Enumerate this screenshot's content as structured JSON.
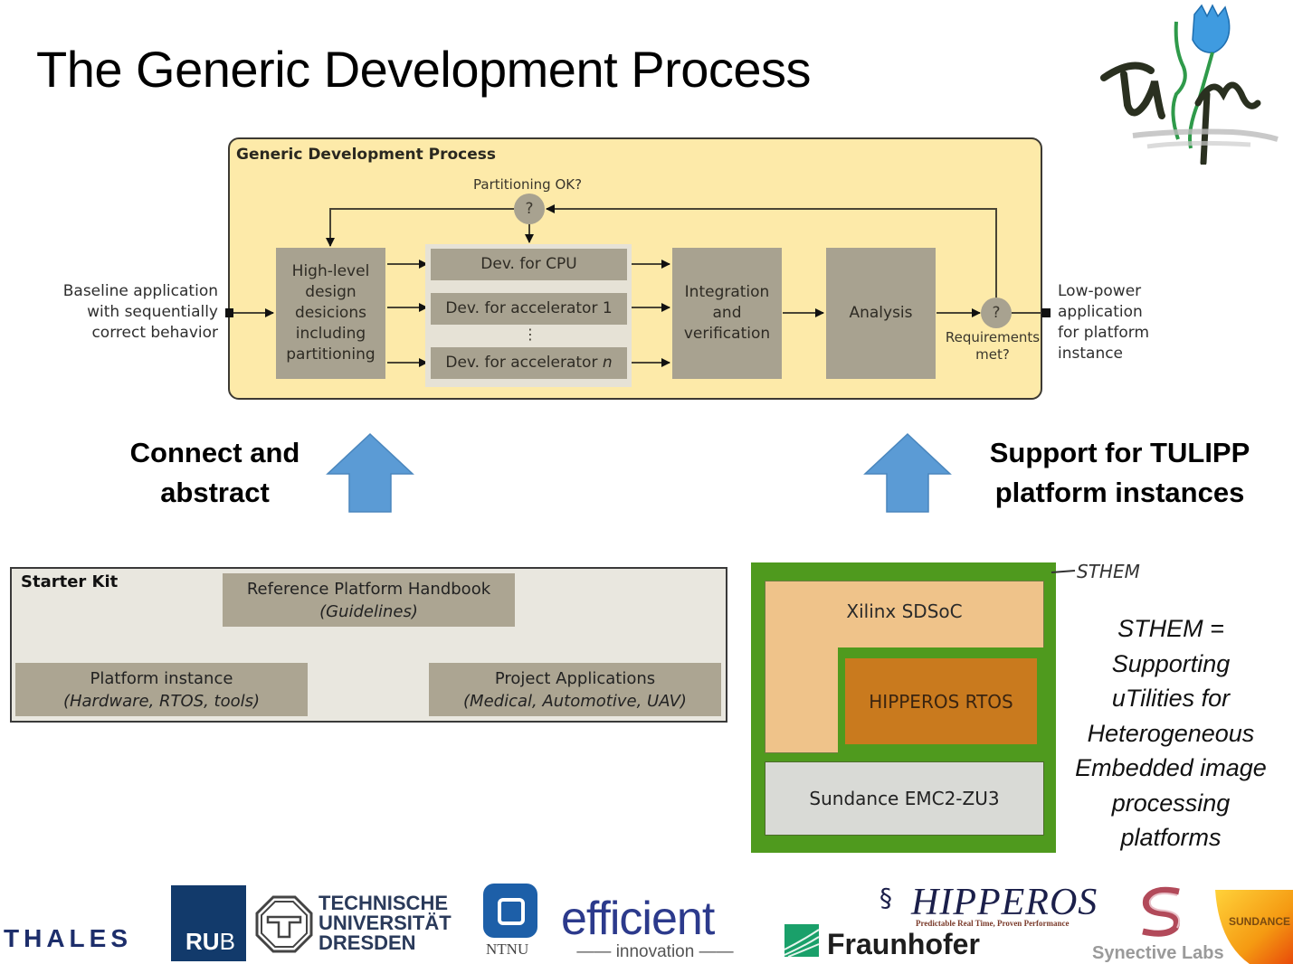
{
  "title": "The Generic Development Process",
  "process": {
    "panel_title": "Generic Development Process",
    "input_label": [
      "Baseline application",
      "with sequentially",
      "correct behavior"
    ],
    "output_label": [
      "Low-power",
      "application",
      "for platform",
      "instance"
    ],
    "high_level_box": [
      "High-level",
      "design",
      "desicions",
      "including",
      "partitioning"
    ],
    "dev_boxes": [
      "Dev. for CPU",
      "Dev. for accelerator 1",
      "Dev. for accelerator"
    ],
    "dev_last_suffix": "n",
    "dev_ellipsis": "⋮",
    "integration_box": [
      "Integration",
      "and",
      "verification"
    ],
    "analysis_box": "Analysis",
    "partition_decision_label": "Partitioning OK?",
    "partition_decision_symbol": "?",
    "requirements_decision_symbol": "?",
    "requirements_label": [
      "Requirements",
      "met?"
    ]
  },
  "arrows": {
    "left_label": [
      "Connect and",
      "abstract"
    ],
    "right_label": [
      "Support for TULIPP",
      "platform instances"
    ]
  },
  "starter_kit": {
    "title": "Starter Kit",
    "handbook": {
      "title": "Reference Platform Handbook",
      "subtitle": "(Guidelines)"
    },
    "platform": {
      "title": "Platform instance",
      "subtitle": "(Hardware, RTOS, tools)"
    },
    "applications": {
      "title": "Project Applications",
      "subtitle": "(Medical, Automotive, UAV)"
    }
  },
  "sthem": {
    "tag": "STHEM",
    "xilinx": "Xilinx SDSoC",
    "rtos": "HIPPEROS RTOS",
    "board": "Sundance EMC2-ZU3",
    "definition": [
      "STHEM =",
      "Supporting",
      "uTilities for",
      "Heterogeneous",
      "Embedded image",
      "processing",
      "platforms"
    ]
  },
  "logos": {
    "thales": "THALES",
    "rub": [
      "RU",
      "B"
    ],
    "tud": [
      "TECHNISCHE",
      "UNIVERSITÄT",
      "DRESDEN"
    ],
    "ntnu": "NTNU",
    "efficient": "efficient",
    "efficient_sub": "innovation",
    "hipperos": "HIPPEROS",
    "hipperos_tagline": "Predictable Real Time, Proven Performance",
    "fraunhofer": "Fraunhofer",
    "synective": "Synective Labs",
    "sundance": "SUNDANCE"
  },
  "colors": {
    "panel_bg": "#fdeaa9",
    "box_gray": "#a8a290",
    "arrow_blue": "#5b9bd5",
    "sthem_green": "#4f9a1e",
    "xilinx_tan": "#efc38a",
    "rtos_orange": "#c97a1e"
  }
}
